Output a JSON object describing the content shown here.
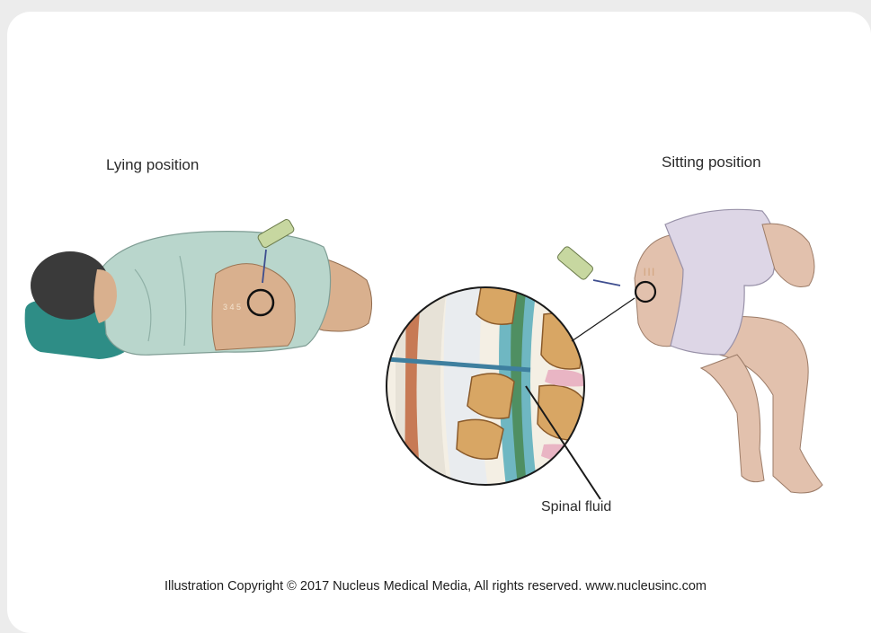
{
  "labels": {
    "lying": "Lying position",
    "sitting": "Sitting position",
    "fluid": "Spinal fluid"
  },
  "copyright": "Illustration Copyright © 2017 Nucleus Medical Media, All rights reserved. www.nucleusinc.com",
  "icons": {
    "lying_figure": "lying-patient-icon",
    "sitting_figure": "sitting-patient-icon",
    "magnifier": "spine-cross-section-icon",
    "syringe": "syringe-icon"
  },
  "colors": {
    "background": "#ececec",
    "card": "#ffffff",
    "gown": "#b9d6cc",
    "skin": "#d9b08e",
    "pillow": "#2e8d86",
    "hair": "#3a3a3a",
    "vertebra": "#d8a664",
    "disc": "#e9b5c4",
    "needle": "#3e7f9f"
  }
}
